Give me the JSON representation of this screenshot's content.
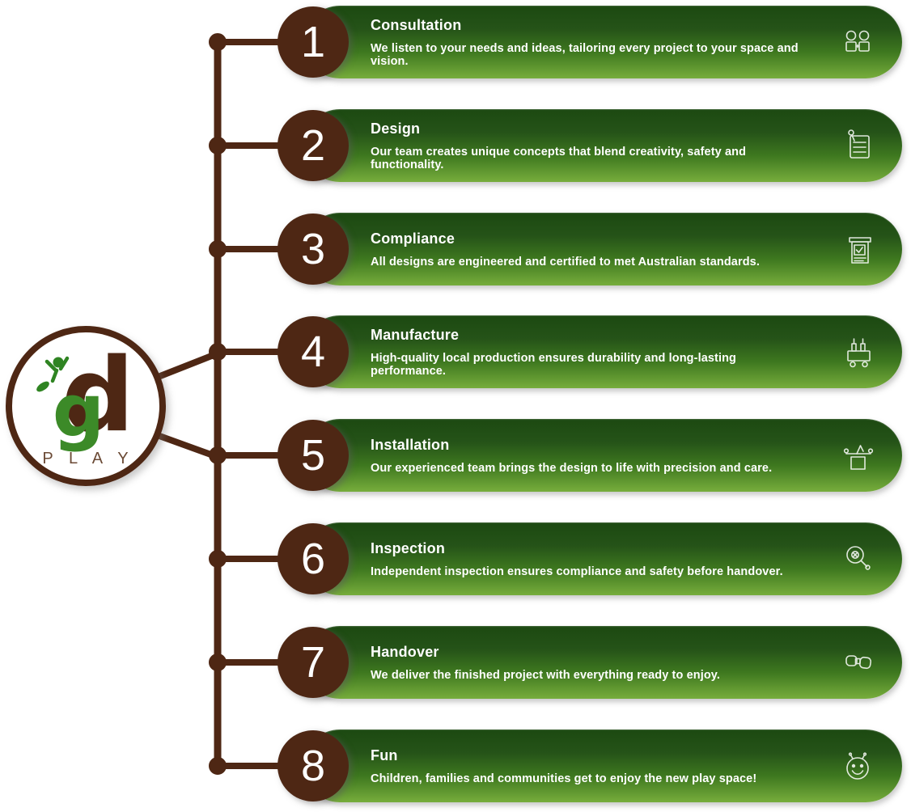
{
  "logo": {
    "letter_d": "d",
    "letter_g": "g",
    "subtitle": "P L A Y"
  },
  "colors": {
    "brown": "#4e2714",
    "brown_light": "#6b4a35",
    "green_dark": "#1c4911",
    "green_light": "#77ad3c",
    "logo_green": "#3c8a28",
    "text": "#ffffff"
  },
  "steps": [
    {
      "number": "1",
      "title": "Consultation",
      "description": "We listen to your needs and ideas, tailoring every project to your space and vision.",
      "icon": "consultation-people-icon"
    },
    {
      "number": "2",
      "title": "Design",
      "description": "Our team creates unique concepts that blend creativity, safety and functionality.",
      "icon": "design-notepad-icon"
    },
    {
      "number": "3",
      "title": "Compliance",
      "description": "All designs are engineered and certified to met Australian standards.",
      "icon": "compliance-checklist-icon"
    },
    {
      "number": "4",
      "title": "Manufacture",
      "description": "High-quality local production ensures durability and long-lasting performance.",
      "icon": "manufacture-machine-icon"
    },
    {
      "number": "5",
      "title": "Installation",
      "description": "Our experienced team brings the design to life with precision and care.",
      "icon": "installation-crane-icon"
    },
    {
      "number": "6",
      "title": "Inspection",
      "description": "Independent inspection ensures compliance and safety before handover.",
      "icon": "inspection-magnifier-icon"
    },
    {
      "number": "7",
      "title": "Handover",
      "description": "We deliver the finished project with everything ready to enjoy.",
      "icon": "handover-exchange-icon"
    },
    {
      "number": "8",
      "title": "Fun",
      "description": "Children, families and communities get to enjoy the new play space!",
      "icon": "fun-smiley-icon"
    }
  ]
}
